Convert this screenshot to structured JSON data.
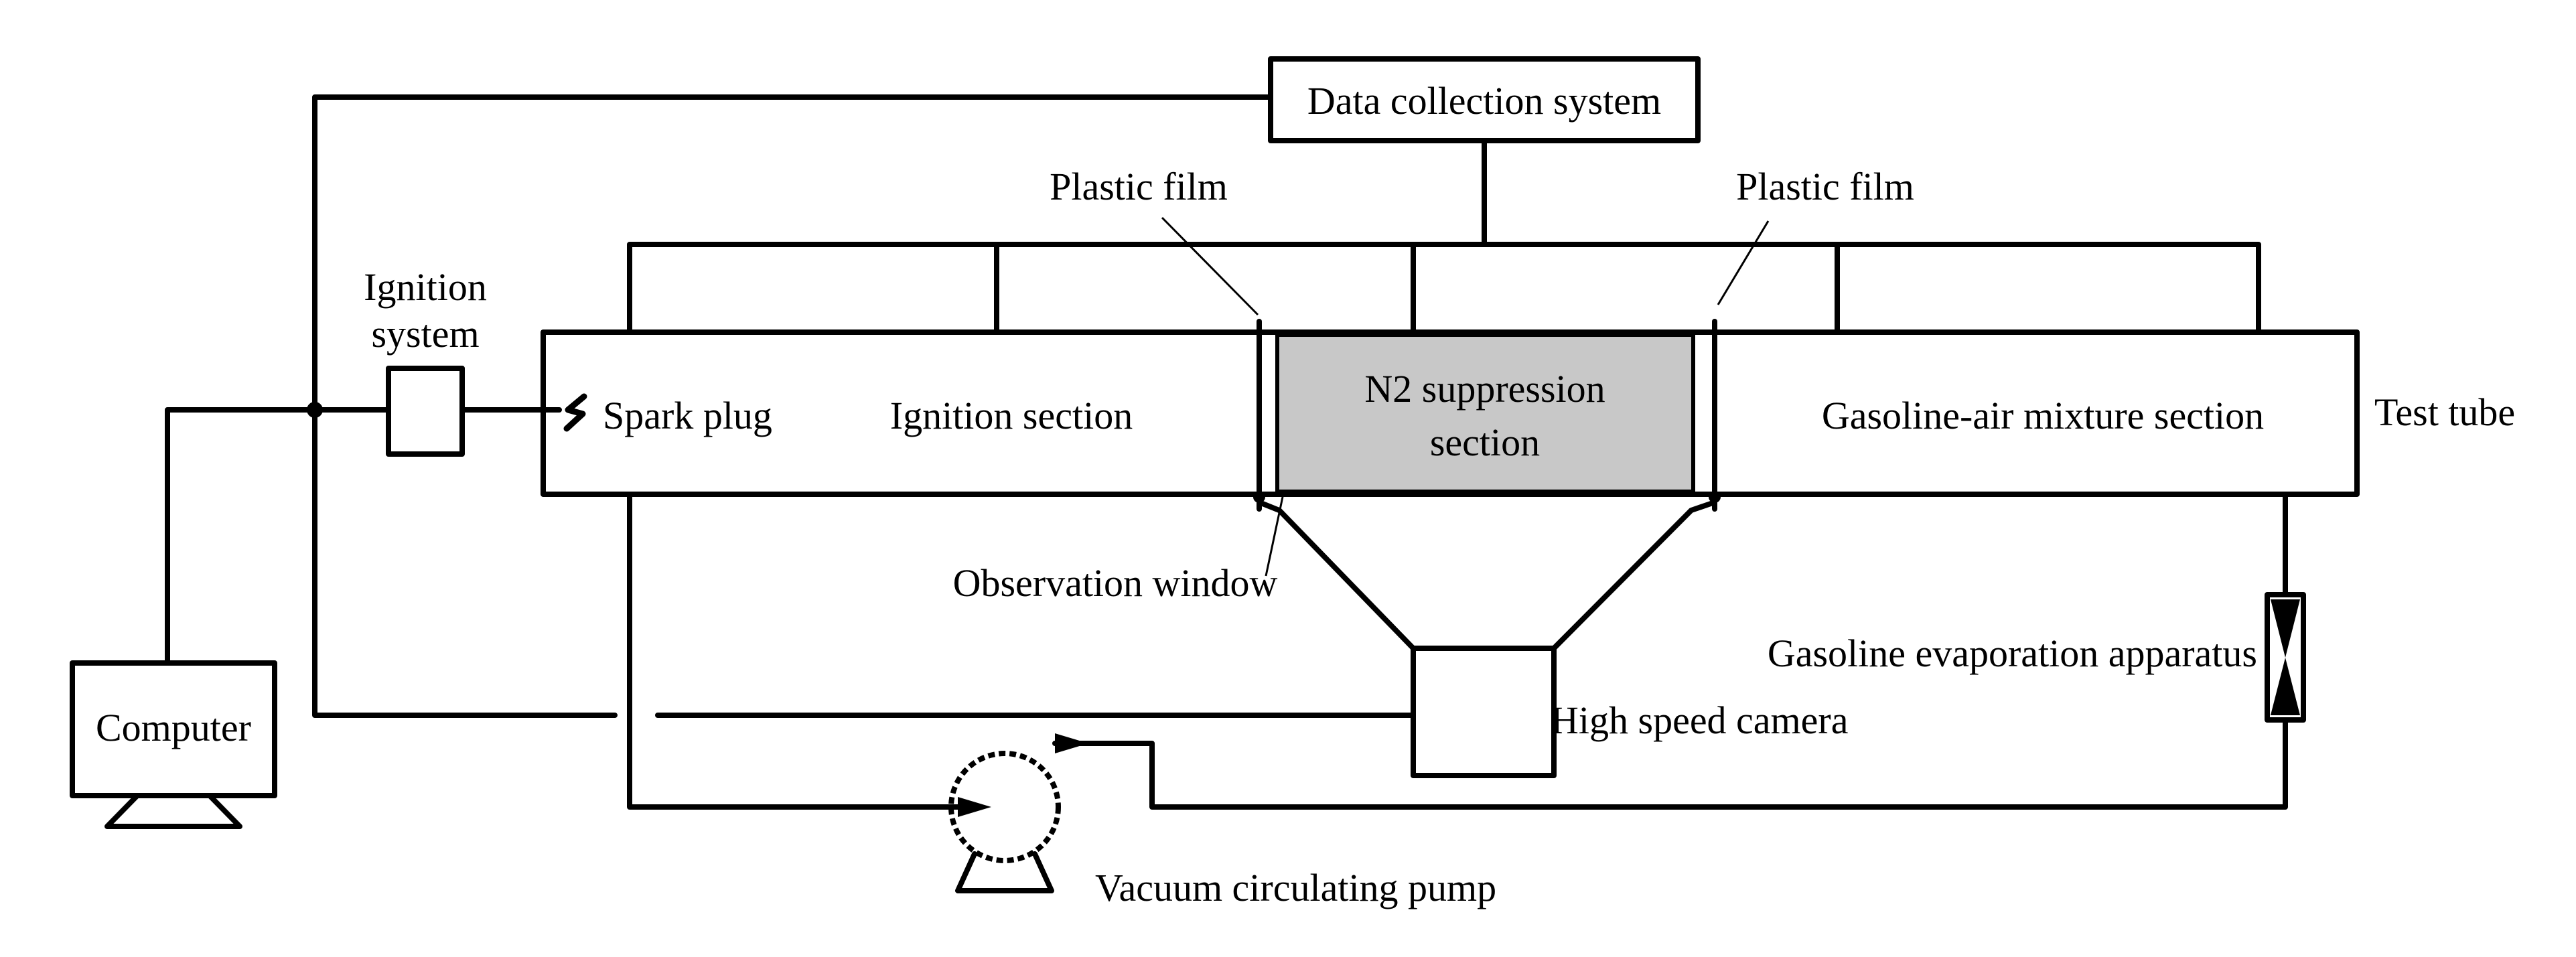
{
  "labels": {
    "data_collection": "Data collection system",
    "plastic_film_left": "Plastic film",
    "plastic_film_right": "Plastic film",
    "ignition_line1": "Ignition",
    "ignition_line2": "system",
    "spark_plug": "Spark plug",
    "ignition_section": "Ignition section",
    "n2_line1": "N2 suppression",
    "n2_line2": "section",
    "gasoline_section": "Gasoline-air mixture section",
    "test_tube": "Test tube",
    "observation_window": "Observation window",
    "gasoline_evaporation": "Gasoline evaporation apparatus",
    "high_speed_camera": "High speed camera",
    "computer": "Computer",
    "vacuum_pump": "Vacuum circulating pump"
  },
  "colors": {
    "line": "#000000",
    "n2_fill": "#c8c8c8",
    "background": "#ffffff"
  }
}
